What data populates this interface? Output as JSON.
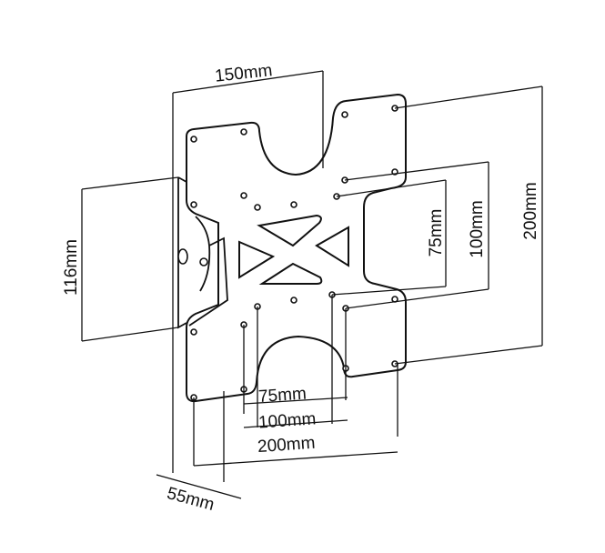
{
  "diagram": {
    "subject": "wall-mount-plate",
    "line_color": "#111111",
    "dimensions": {
      "top_width": "150mm",
      "left_height": "116mm",
      "right_inner_vertical": "75mm",
      "right_middle_vertical": "100mm",
      "right_outer_vertical": "200mm",
      "bottom_inner": "75mm",
      "bottom_middle": "100mm",
      "bottom_outer": "200mm",
      "depth": "55mm"
    }
  }
}
